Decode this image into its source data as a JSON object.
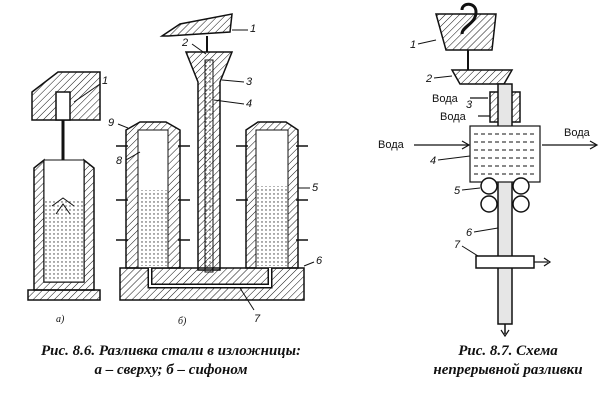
{
  "figure_left": {
    "caption_line1": "Рис. 8.6. Разливка стали в изложницы:",
    "caption_line2": "а – сверху; б – сифоном",
    "sublabel_a": "а)",
    "sublabel_b": "б)",
    "labels": [
      "1",
      "2",
      "3",
      "4",
      "5",
      "6",
      "7",
      "8",
      "9"
    ]
  },
  "figure_right": {
    "caption_line1": "Рис. 8.7. Схема",
    "caption_line2": "непрерывной разливки",
    "water_label": "Вода",
    "labels": [
      "1",
      "2",
      "3",
      "4",
      "5",
      "6",
      "7"
    ]
  },
  "colors": {
    "ink": "#111111",
    "metal_fill": "#9a9a9a",
    "light_fill": "#e6e6e6"
  }
}
